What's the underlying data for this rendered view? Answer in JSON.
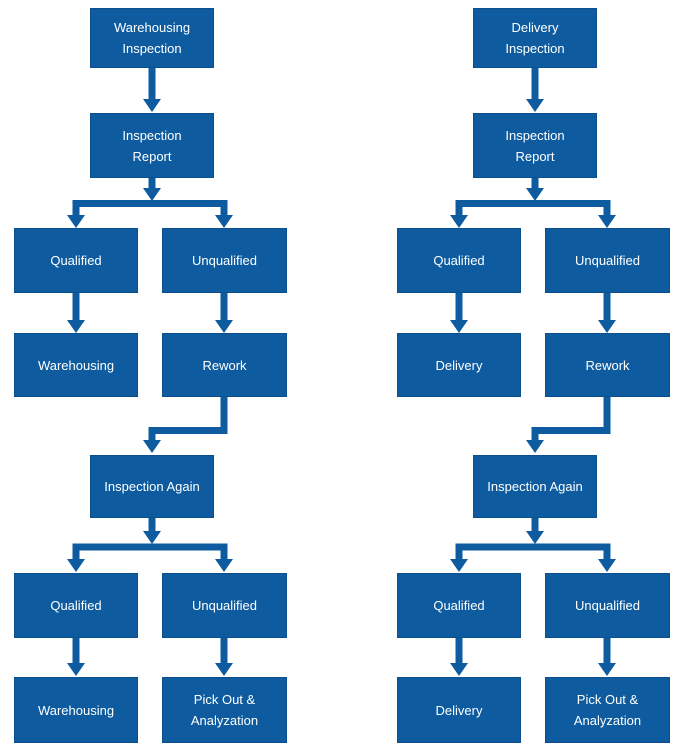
{
  "colors": {
    "node_fill": "#0E5C9F",
    "node_border": "#0B4F8C",
    "connector": "#0E5C9F",
    "text": "#FFFFFF",
    "background": "#FFFFFF"
  },
  "charts": [
    {
      "name": "warehousing-inspection-flow",
      "nodes": {
        "start": "Warehousing\nInspection",
        "report": "Inspection\nReport",
        "qualified1": "Qualified",
        "unqualified1": "Unqualified",
        "accept1": "Warehousing",
        "rework": "Rework",
        "again": "Inspection Again",
        "qualified2": "Qualified",
        "unqualified2": "Unqualified",
        "accept2": "Warehousing",
        "pickout": "Pick Out &\nAnalyzation"
      }
    },
    {
      "name": "delivery-inspection-flow",
      "nodes": {
        "start": "Delivery\nInspection",
        "report": "Inspection\nReport",
        "qualified1": "Qualified",
        "unqualified1": "Unqualified",
        "accept1": "Delivery",
        "rework": "Rework",
        "again": "Inspection Again",
        "qualified2": "Qualified",
        "unqualified2": "Unqualified",
        "accept2": "Delivery",
        "pickout": "Pick Out &\nAnalyzation"
      }
    }
  ]
}
